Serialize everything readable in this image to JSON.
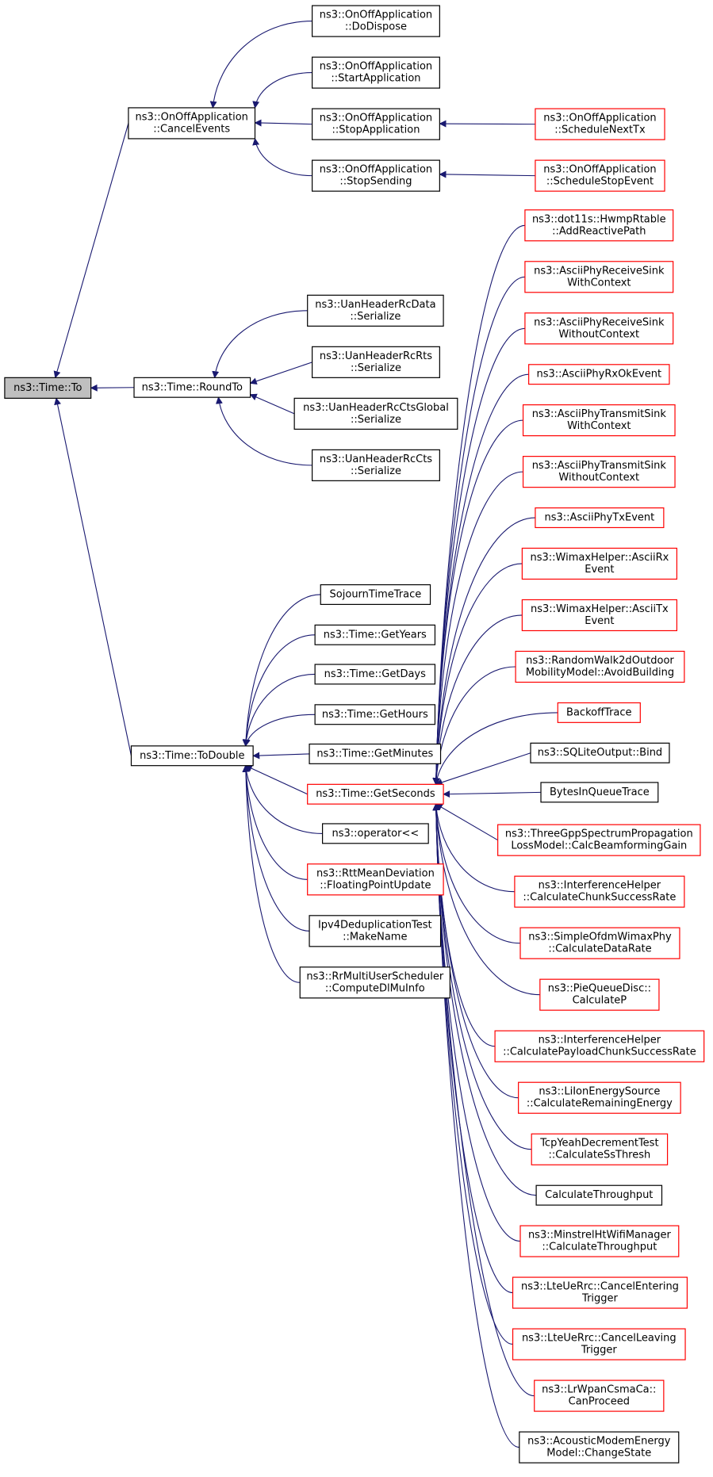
{
  "graph": {
    "edge_color": "#191970",
    "nodes": [
      {
        "id": "to",
        "lines": [
          "ns3::Time::To"
        ],
        "style": "root",
        "interactable": false
      },
      {
        "id": "cancelEvents",
        "lines": [
          "ns3::OnOffApplication",
          "::CancelEvents"
        ],
        "style": "black"
      },
      {
        "id": "doDispose",
        "lines": [
          "ns3::OnOffApplication",
          "::DoDispose"
        ],
        "style": "black"
      },
      {
        "id": "startApp",
        "lines": [
          "ns3::OnOffApplication",
          "::StartApplication"
        ],
        "style": "black"
      },
      {
        "id": "stopApp",
        "lines": [
          "ns3::OnOffApplication",
          "::StopApplication"
        ],
        "style": "black"
      },
      {
        "id": "stopSending",
        "lines": [
          "ns3::OnOffApplication",
          "::StopSending"
        ],
        "style": "black"
      },
      {
        "id": "scheduleNextTx",
        "lines": [
          "ns3::OnOffApplication",
          "::ScheduleNextTx"
        ],
        "style": "red"
      },
      {
        "id": "scheduleStopEvent",
        "lines": [
          "ns3::OnOffApplication",
          "::ScheduleStopEvent"
        ],
        "style": "red"
      },
      {
        "id": "roundTo",
        "lines": [
          "ns3::Time::RoundTo"
        ],
        "style": "black"
      },
      {
        "id": "uanData",
        "lines": [
          "ns3::UanHeaderRcData",
          "::Serialize"
        ],
        "style": "black"
      },
      {
        "id": "uanRts",
        "lines": [
          "ns3::UanHeaderRcRts",
          "::Serialize"
        ],
        "style": "black"
      },
      {
        "id": "uanCtsGlobal",
        "lines": [
          "ns3::UanHeaderRcCtsGlobal",
          "::Serialize"
        ],
        "style": "black"
      },
      {
        "id": "uanCts",
        "lines": [
          "ns3::UanHeaderRcCts",
          "::Serialize"
        ],
        "style": "black"
      },
      {
        "id": "toDouble",
        "lines": [
          "ns3::Time::ToDouble"
        ],
        "style": "black"
      },
      {
        "id": "sojourn",
        "lines": [
          "SojournTimeTrace"
        ],
        "style": "black"
      },
      {
        "id": "getYears",
        "lines": [
          "ns3::Time::GetYears"
        ],
        "style": "black"
      },
      {
        "id": "getDays",
        "lines": [
          "ns3::Time::GetDays"
        ],
        "style": "black"
      },
      {
        "id": "getHours",
        "lines": [
          "ns3::Time::GetHours"
        ],
        "style": "black"
      },
      {
        "id": "getMinutes",
        "lines": [
          "ns3::Time::GetMinutes"
        ],
        "style": "black"
      },
      {
        "id": "getSeconds",
        "lines": [
          "ns3::Time::GetSeconds"
        ],
        "style": "red"
      },
      {
        "id": "operatorLL",
        "lines": [
          "ns3::operator<<"
        ],
        "style": "black"
      },
      {
        "id": "rttMean",
        "lines": [
          "ns3::RttMeanDeviation",
          "::FloatingPointUpdate"
        ],
        "style": "red"
      },
      {
        "id": "ipv4Dedup",
        "lines": [
          "Ipv4DeduplicationTest",
          "::MakeName"
        ],
        "style": "black"
      },
      {
        "id": "rrMulti",
        "lines": [
          "ns3::RrMultiUserScheduler",
          "::ComputeDlMuInfo"
        ],
        "style": "black"
      },
      {
        "id": "hwmp",
        "lines": [
          "ns3::dot11s::HwmpRtable",
          "::AddReactivePath"
        ],
        "style": "red"
      },
      {
        "id": "asciiRecvWith",
        "lines": [
          "ns3::AsciiPhyReceiveSink",
          "WithContext"
        ],
        "style": "red"
      },
      {
        "id": "asciiRecvWithout",
        "lines": [
          "ns3::AsciiPhyReceiveSink",
          "WithoutContext"
        ],
        "style": "red"
      },
      {
        "id": "asciiRxOk",
        "lines": [
          "ns3::AsciiPhyRxOkEvent"
        ],
        "style": "red"
      },
      {
        "id": "asciiTxWith",
        "lines": [
          "ns3::AsciiPhyTransmitSink",
          "WithContext"
        ],
        "style": "red"
      },
      {
        "id": "asciiTxWithout",
        "lines": [
          "ns3::AsciiPhyTransmitSink",
          "WithoutContext"
        ],
        "style": "red"
      },
      {
        "id": "asciiTxEvent",
        "lines": [
          "ns3::AsciiPhyTxEvent"
        ],
        "style": "red"
      },
      {
        "id": "wimaxRx",
        "lines": [
          "ns3::WimaxHelper::AsciiRx",
          "Event"
        ],
        "style": "red"
      },
      {
        "id": "wimaxTx",
        "lines": [
          "ns3::WimaxHelper::AsciiTx",
          "Event"
        ],
        "style": "red"
      },
      {
        "id": "randomWalk",
        "lines": [
          "ns3::RandomWalk2dOutdoor",
          "MobilityModel::AvoidBuilding"
        ],
        "style": "red"
      },
      {
        "id": "backoff",
        "lines": [
          "BackoffTrace"
        ],
        "style": "red"
      },
      {
        "id": "sqlite",
        "lines": [
          "ns3::SQLiteOutput::Bind"
        ],
        "style": "black"
      },
      {
        "id": "bytesInQueue",
        "lines": [
          "BytesInQueueTrace"
        ],
        "style": "black"
      },
      {
        "id": "threeGpp",
        "lines": [
          "ns3::ThreeGppSpectrumPropagation",
          "LossModel::CalcBeamformingGain"
        ],
        "style": "red"
      },
      {
        "id": "interfChunk",
        "lines": [
          "ns3::InterferenceHelper",
          "::CalculateChunkSuccessRate"
        ],
        "style": "red"
      },
      {
        "id": "simpleOfdm",
        "lines": [
          "ns3::SimpleOfdmWimaxPhy",
          "::CalculateDataRate"
        ],
        "style": "red"
      },
      {
        "id": "pieQueue",
        "lines": [
          "ns3::PieQueueDisc::",
          "CalculateP"
        ],
        "style": "red"
      },
      {
        "id": "interfPayload",
        "lines": [
          "ns3::InterferenceHelper",
          "::CalculatePayloadChunkSuccessRate"
        ],
        "style": "red"
      },
      {
        "id": "liIon",
        "lines": [
          "ns3::LiIonEnergySource",
          "::CalculateRemainingEnergy"
        ],
        "style": "red"
      },
      {
        "id": "tcpYeah",
        "lines": [
          "TcpYeahDecrementTest",
          "::CalculateSsThresh"
        ],
        "style": "red"
      },
      {
        "id": "calcThroughput",
        "lines": [
          "CalculateThroughput"
        ],
        "style": "black"
      },
      {
        "id": "minstrel",
        "lines": [
          "ns3::MinstrelHtWifiManager",
          "::CalculateThroughput"
        ],
        "style": "red"
      },
      {
        "id": "lteEntering",
        "lines": [
          "ns3::LteUeRrc::CancelEntering",
          "Trigger"
        ],
        "style": "red"
      },
      {
        "id": "lteLeaving",
        "lines": [
          "ns3::LteUeRrc::CancelLeaving",
          "Trigger"
        ],
        "style": "red"
      },
      {
        "id": "lrWpan",
        "lines": [
          "ns3::LrWpanCsmaCa::",
          "CanProceed"
        ],
        "style": "red"
      },
      {
        "id": "acoustic",
        "lines": [
          "ns3::AcousticModemEnergy",
          "Model::ChangeState"
        ],
        "style": "black"
      }
    ],
    "edges": [
      [
        "cancelEvents",
        "to"
      ],
      [
        "roundTo",
        "to"
      ],
      [
        "toDouble",
        "to"
      ],
      [
        "doDispose",
        "cancelEvents"
      ],
      [
        "startApp",
        "cancelEvents"
      ],
      [
        "stopApp",
        "cancelEvents"
      ],
      [
        "stopSending",
        "cancelEvents"
      ],
      [
        "scheduleNextTx",
        "stopApp"
      ],
      [
        "scheduleStopEvent",
        "stopSending"
      ],
      [
        "uanData",
        "roundTo"
      ],
      [
        "uanRts",
        "roundTo"
      ],
      [
        "uanCtsGlobal",
        "roundTo"
      ],
      [
        "uanCts",
        "roundTo"
      ],
      [
        "sojourn",
        "toDouble"
      ],
      [
        "getYears",
        "toDouble"
      ],
      [
        "getDays",
        "toDouble"
      ],
      [
        "getHours",
        "toDouble"
      ],
      [
        "getMinutes",
        "toDouble"
      ],
      [
        "getSeconds",
        "toDouble"
      ],
      [
        "operatorLL",
        "toDouble"
      ],
      [
        "rttMean",
        "toDouble"
      ],
      [
        "ipv4Dedup",
        "toDouble"
      ],
      [
        "rrMulti",
        "toDouble"
      ],
      [
        "hwmp",
        "getSeconds"
      ],
      [
        "asciiRecvWith",
        "getSeconds"
      ],
      [
        "asciiRecvWithout",
        "getSeconds"
      ],
      [
        "asciiRxOk",
        "getSeconds"
      ],
      [
        "asciiTxWith",
        "getSeconds"
      ],
      [
        "asciiTxWithout",
        "getSeconds"
      ],
      [
        "asciiTxEvent",
        "getSeconds"
      ],
      [
        "wimaxRx",
        "getSeconds"
      ],
      [
        "wimaxTx",
        "getSeconds"
      ],
      [
        "randomWalk",
        "getSeconds"
      ],
      [
        "backoff",
        "getSeconds"
      ],
      [
        "sqlite",
        "getSeconds"
      ],
      [
        "bytesInQueue",
        "getSeconds"
      ],
      [
        "threeGpp",
        "getSeconds"
      ],
      [
        "interfChunk",
        "getSeconds"
      ],
      [
        "simpleOfdm",
        "getSeconds"
      ],
      [
        "pieQueue",
        "getSeconds"
      ],
      [
        "interfPayload",
        "getSeconds"
      ],
      [
        "liIon",
        "getSeconds"
      ],
      [
        "tcpYeah",
        "getSeconds"
      ],
      [
        "calcThroughput",
        "getSeconds"
      ],
      [
        "minstrel",
        "getSeconds"
      ],
      [
        "lteEntering",
        "getSeconds"
      ],
      [
        "lteLeaving",
        "getSeconds"
      ],
      [
        "lrWpan",
        "getSeconds"
      ],
      [
        "acoustic",
        "getSeconds"
      ]
    ]
  }
}
